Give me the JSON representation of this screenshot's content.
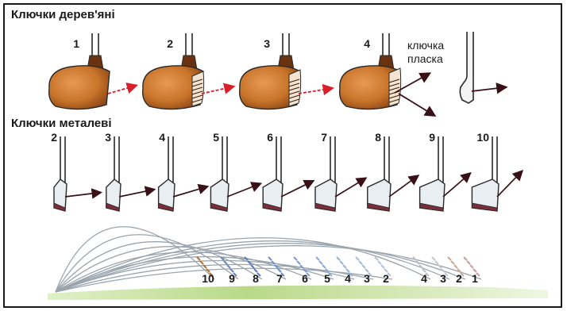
{
  "sections": {
    "woods_title": "Ключки дерев'яні",
    "irons_title": "Ключки металеві"
  },
  "woods": [
    {
      "number": "1"
    },
    {
      "number": "2"
    },
    {
      "number": "3"
    },
    {
      "number": "4"
    }
  ],
  "putter": {
    "label_line1": "ключка",
    "label_line2": "пласка"
  },
  "irons": [
    "2",
    "3",
    "4",
    "5",
    "6",
    "7",
    "8",
    "9",
    "10"
  ],
  "landing_labels": [
    "10",
    "9",
    "8",
    "7",
    "6",
    "5",
    "4",
    "3",
    "2",
    "4",
    "3",
    "2",
    "1"
  ],
  "colors": {
    "wood_body": "#c8742a",
    "wood_dark": "#7a3a10",
    "arrow_wood": "#d8202a",
    "arrow_iron": "#3a1018",
    "iron_face": "#e9eef3",
    "trajectory": "#9aa4ad",
    "ground": "#b9d989"
  }
}
